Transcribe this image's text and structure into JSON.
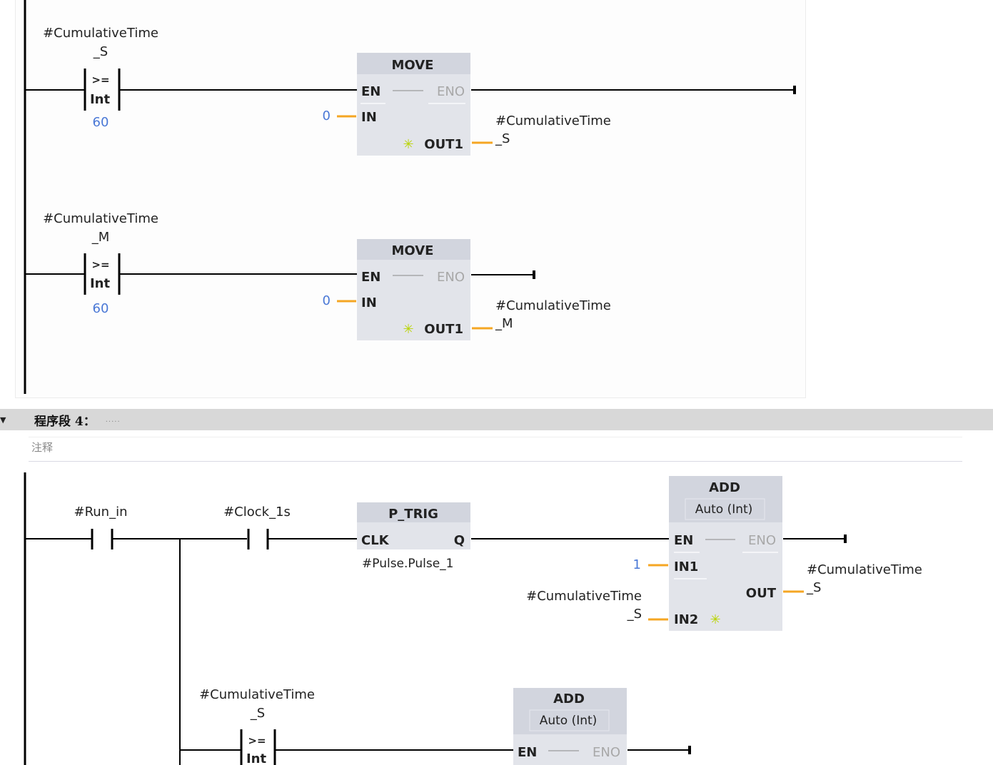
{
  "network3": {
    "rungs": [
      {
        "compare": {
          "operand_line1": "#CumulativeTime",
          "operand_line2": "_S",
          "operator": ">=",
          "type": "Int",
          "value": "60"
        },
        "block": {
          "name": "MOVE",
          "en": "EN",
          "eno": "ENO",
          "in_label": "IN",
          "in_value": "0",
          "out_label": "OUT1",
          "out_line1": "#CumulativeTime",
          "out_line2": "_S"
        }
      },
      {
        "compare": {
          "operand_line1": "#CumulativeTime",
          "operand_line2": "_M",
          "operator": ">=",
          "type": "Int",
          "value": "60"
        },
        "block": {
          "name": "MOVE",
          "en": "EN",
          "eno": "ENO",
          "in_label": "IN",
          "in_value": "0",
          "out_label": "OUT1",
          "out_line1": "#CumulativeTime",
          "out_line2": "_M"
        }
      }
    ]
  },
  "network4": {
    "header": {
      "toggle_icon": "▼",
      "title": "程序段 4：",
      "title_placeholder": "....."
    },
    "comment": "注释",
    "contacts": [
      {
        "operand": "#Run_in"
      },
      {
        "operand": "#Clock_1s"
      }
    ],
    "ptrig": {
      "name": "P_TRIG",
      "clk": "CLK",
      "q": "Q",
      "instance": "#Pulse.Pulse_1"
    },
    "add1": {
      "name": "ADD",
      "type": "Auto (Int)",
      "en": "EN",
      "eno": "ENO",
      "in1": "IN1",
      "in1_value": "1",
      "in2": "IN2",
      "in2_line1": "#CumulativeTime",
      "in2_line2": "_S",
      "out": "OUT",
      "out_line1": "#CumulativeTime",
      "out_line2": "_S"
    },
    "compare2": {
      "operand_line1": "#CumulativeTime",
      "operand_line2": "_S",
      "operator": ">=",
      "type": "Int"
    },
    "add2": {
      "name": "ADD",
      "type": "Auto (Int)",
      "en": "EN",
      "eno": "ENO"
    }
  },
  "colors": {
    "wire": "#000000",
    "param_wire": "#f5a623",
    "constant": "#4a78d6",
    "block_bg": "#e2e4ea",
    "block_header": "#d2d5de",
    "eno_gray": "#a8a8a8",
    "star": "#c8e600"
  }
}
